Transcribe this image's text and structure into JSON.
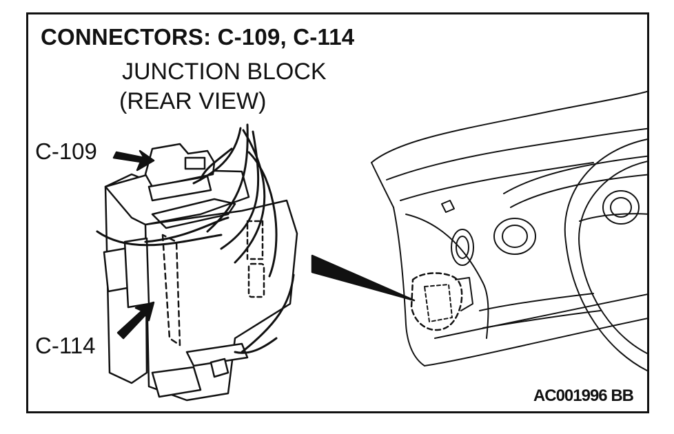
{
  "title": "CONNECTORS: C-109, C-114",
  "subtitle_line1": "JUNCTION BLOCK",
  "subtitle_line2": "(REAR VIEW)",
  "callouts": [
    {
      "id": "c109",
      "label": "C-109"
    },
    {
      "id": "c114",
      "label": "C-114"
    }
  ],
  "figure_code": "AC001996 BB",
  "colors": {
    "ink": "#111111",
    "background": "#ffffff"
  }
}
